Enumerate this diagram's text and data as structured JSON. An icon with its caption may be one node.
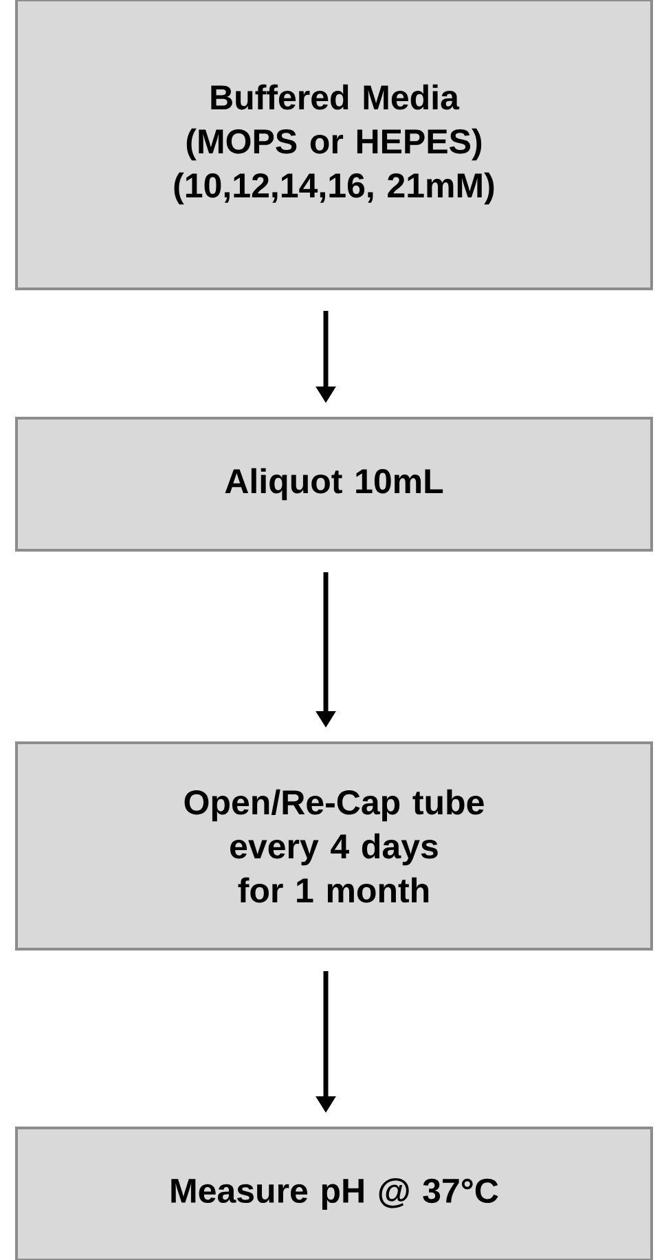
{
  "diagram": {
    "nodes": [
      {
        "text": [
          "Buffered Media (MOPS or HEPES) (10,12,14,16, 21mM)"
        ]
      },
      {
        "text": [
          "Aliquot 10mL"
        ]
      },
      {
        "text": [
          "Open/Re-Cap tube every 4 days for 1 month"
        ]
      },
      {
        "text": [
          "Measure pH @ 37°C"
        ]
      }
    ],
    "edges": [
      {
        "from": 0,
        "to": 1,
        "arrow": "to"
      },
      {
        "from": 1,
        "to": 2,
        "arrow": "to"
      },
      {
        "from": 2,
        "to": 3,
        "arrow": "to"
      }
    ]
  }
}
